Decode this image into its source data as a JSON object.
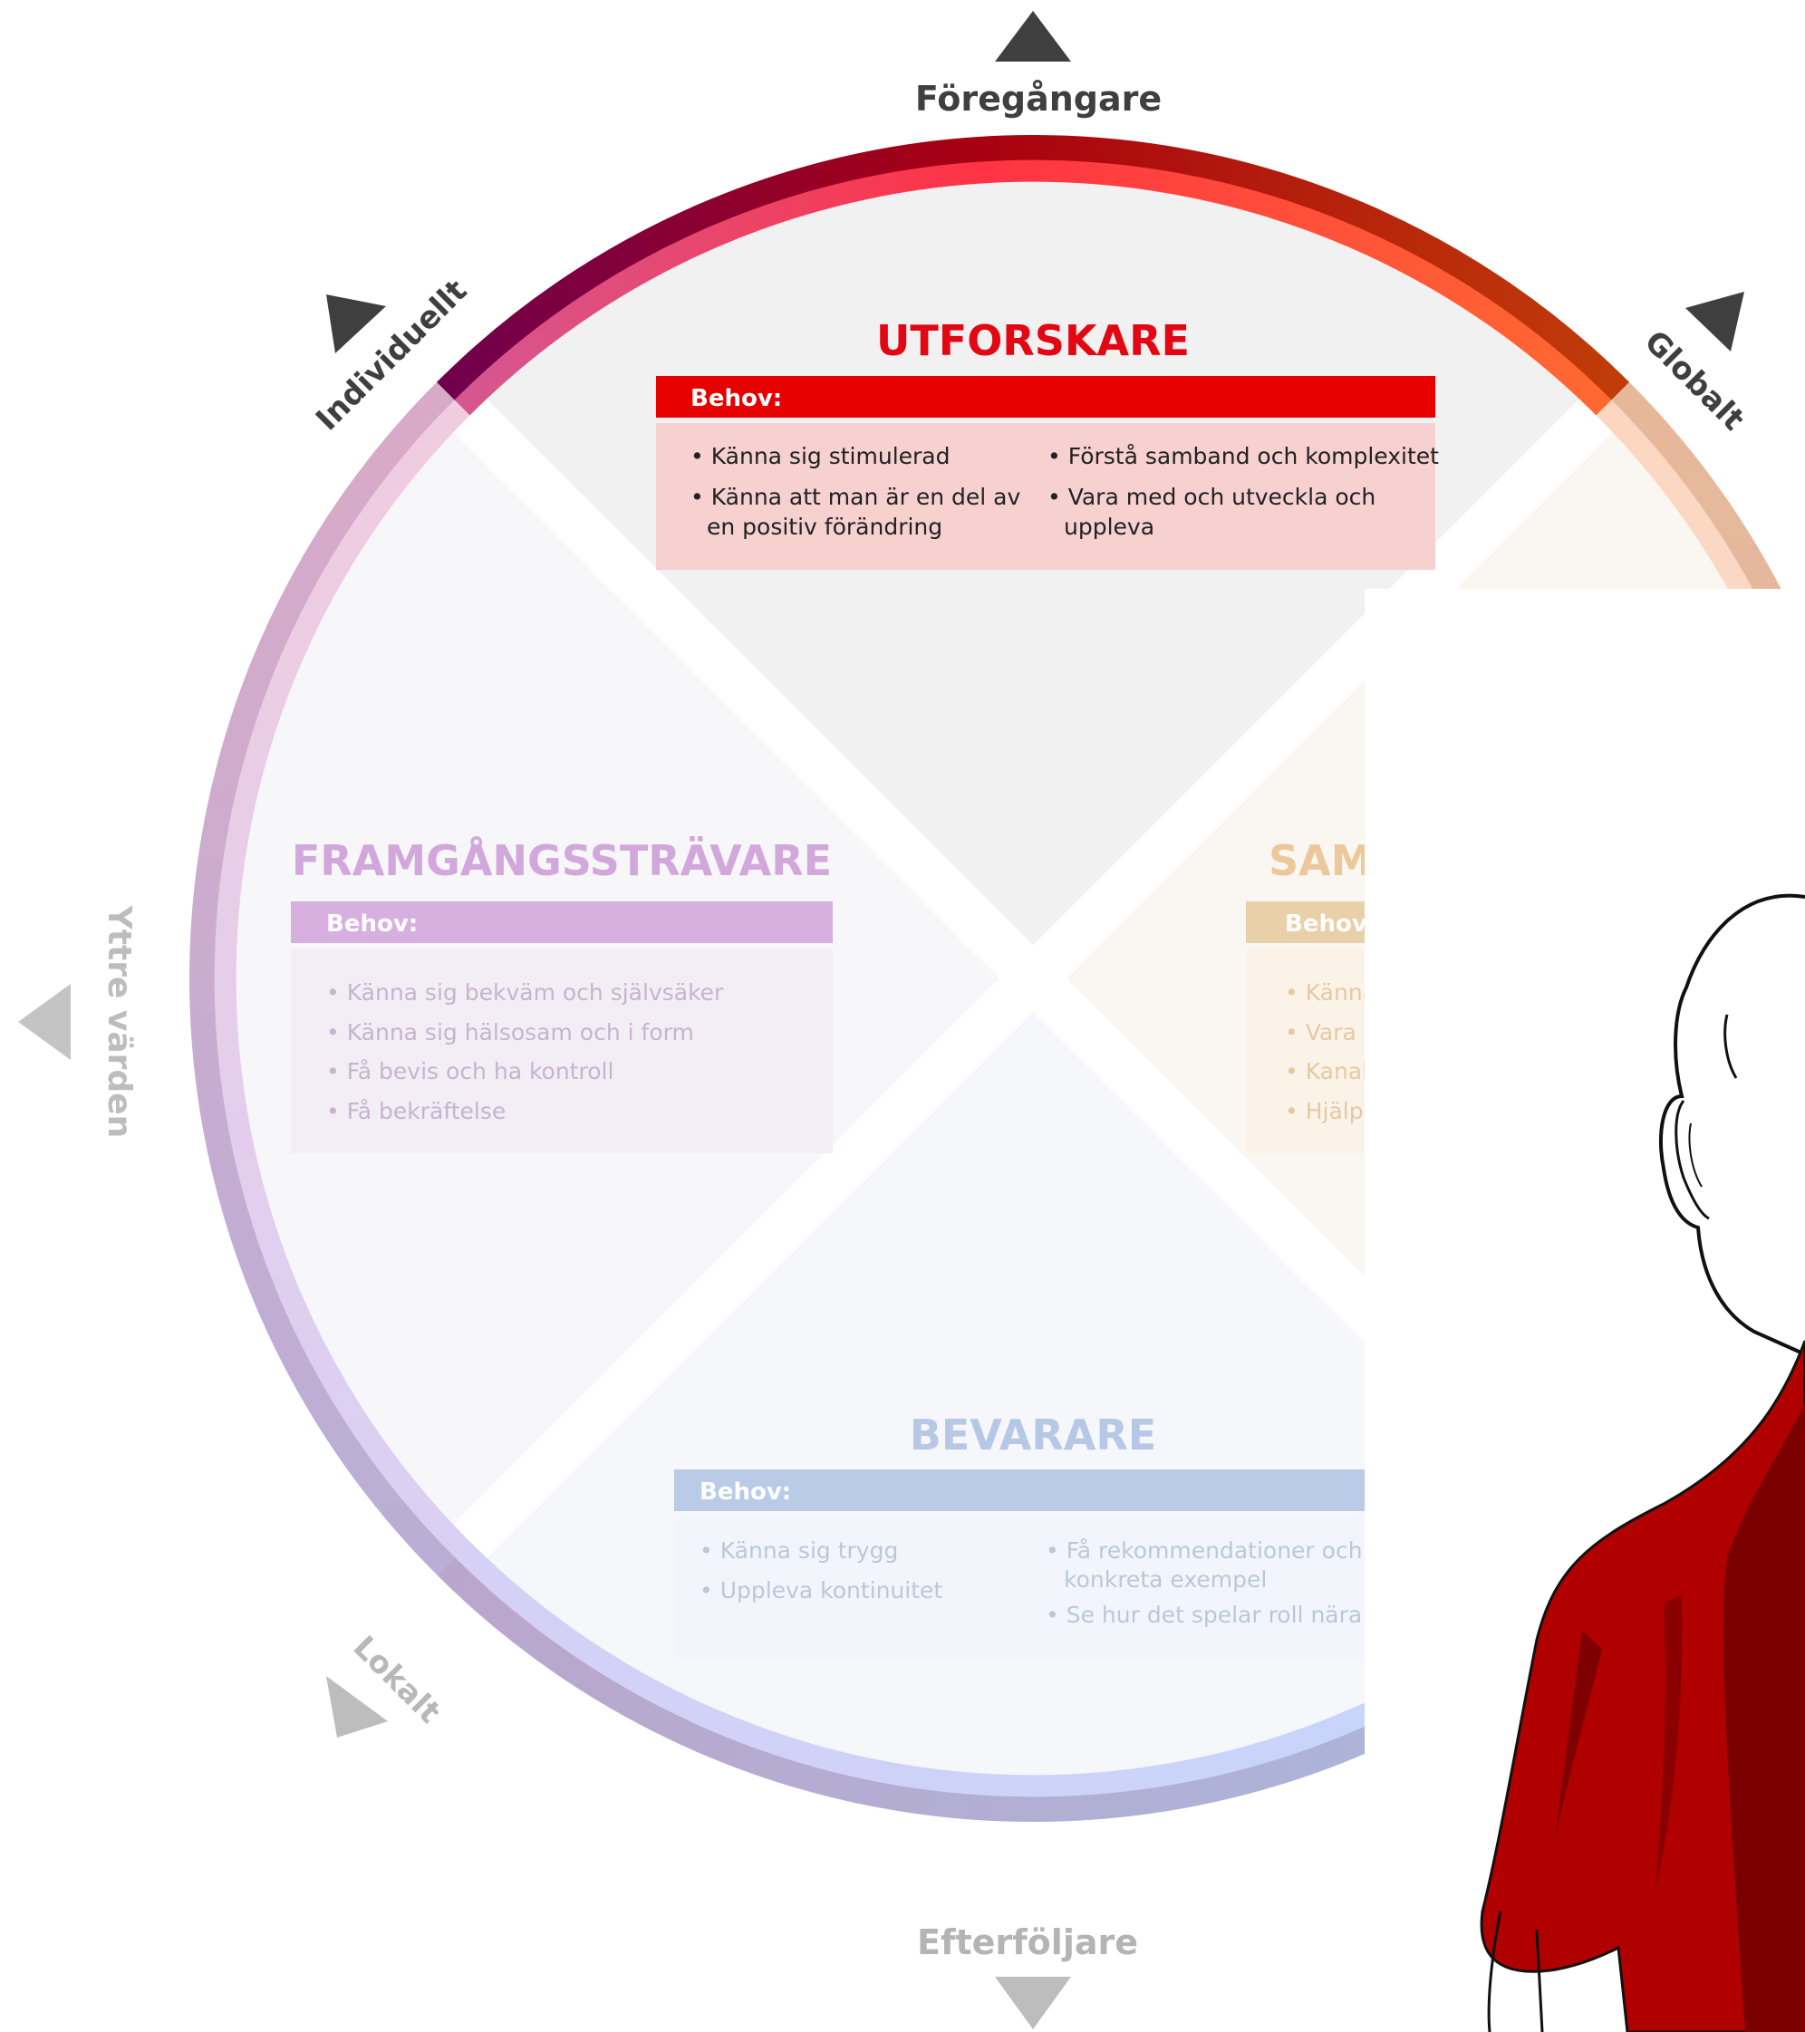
{
  "axes": {
    "top": "Föregångare",
    "bottom": "Efterföljare",
    "top_left": "Individuellt",
    "top_right": "Globalt",
    "bottom_left": "Lokalt",
    "left": "Yttre värden"
  },
  "quadrants": {
    "top": {
      "title": "UTFORSKARE",
      "header": "Behov:",
      "col1": [
        [
          "Känna sig stimulerad"
        ],
        [
          "Känna att man är en del av",
          "en positiv förändring"
        ]
      ],
      "col2": [
        [
          "Förstå samband och komplexitet"
        ],
        [
          "Vara med och utveckla och",
          "uppleva"
        ]
      ]
    },
    "left": {
      "title": "FRAMGÅNGSSTRÄVARE",
      "header": "Behov:",
      "items": [
        "Känna sig bekväm och självsäker",
        "Känna sig hälsosam och i form",
        "Få bevis och ha kontroll",
        "Få bekräftelse"
      ]
    },
    "right": {
      "title": "SAM",
      "header": "Behov:",
      "items": [
        "Känna",
        "Vara d",
        "Kanali",
        "Hjälp"
      ]
    },
    "bottom": {
      "title": "BEVARARE",
      "header": "Behov:",
      "col1": [
        [
          "Känna sig trygg"
        ],
        [
          "Uppleva kontinuitet"
        ]
      ],
      "col2": [
        [
          "Få rekommendationer och",
          "konkreta exempel"
        ],
        [
          "Se hur det spelar roll nära m"
        ]
      ]
    }
  },
  "colors": {
    "top_accent": "#e30613",
    "top_box": "#f7d0d0",
    "left_accent": "#d7b0e0",
    "left_box": "#f3eef6",
    "right_accent": "#ead0a8",
    "right_box": "#fbf3e8",
    "bottom_accent": "#b9cbe6",
    "bottom_box": "#f2f6fc",
    "shirt": "#b00000"
  },
  "icons": [
    "arrow-up-icon",
    "arrow-down-icon",
    "arrow-left-icon",
    "arrow-upleft-icon",
    "arrow-upright-icon",
    "arrow-downleft-icon"
  ]
}
